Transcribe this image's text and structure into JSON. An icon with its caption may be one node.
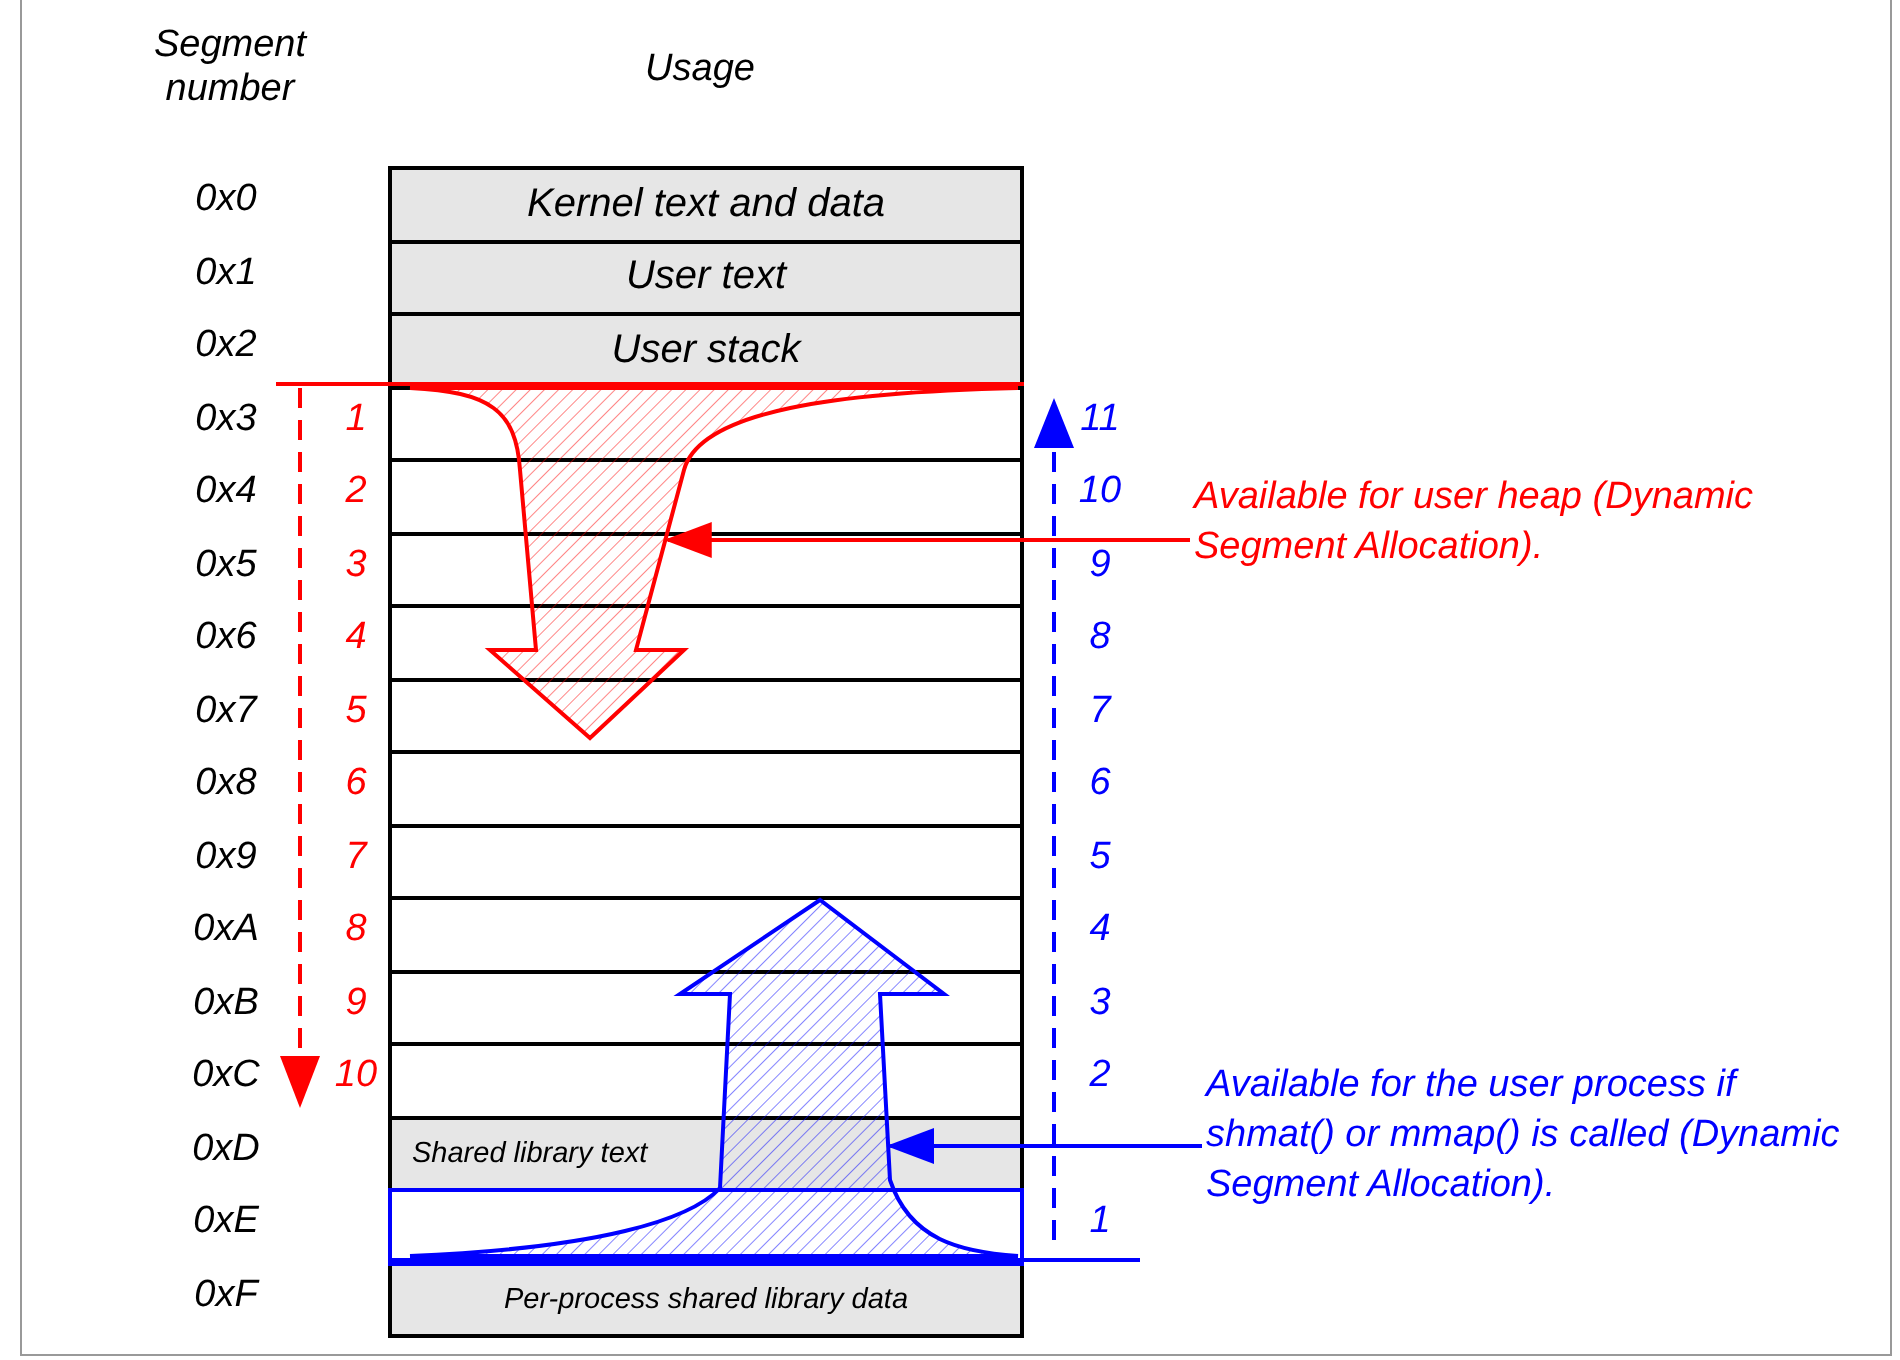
{
  "diagram": {
    "nodes": [
      {
        "text": [
          "Kernel text and data"
        ]
      },
      {
        "text": [
          "User text"
        ]
      },
      {
        "text": [
          "User stack"
        ]
      },
      {
        "text": [],
        "shape": "box"
      },
      {
        "text": [],
        "shape": "box"
      },
      {
        "text": [],
        "shape": "box"
      },
      {
        "text": [],
        "shape": "box"
      },
      {
        "text": [],
        "shape": "box"
      },
      {
        "text": [],
        "shape": "box"
      },
      {
        "text": [],
        "shape": "box"
      },
      {
        "text": [],
        "shape": "box"
      },
      {
        "text": [],
        "shape": "box"
      },
      {
        "text": [],
        "shape": "box"
      },
      {
        "text": [
          "Shared library text"
        ]
      },
      {
        "text": [],
        "shape": "box"
      },
      {
        "text": [
          "Per-process shared library data"
        ]
      },
      {
        "text": [],
        "shape": "arrow"
      },
      {
        "text": [],
        "shape": "arrow"
      },
      {
        "text": [
          "Available for user heap (Dynamic Segment Allocation)."
        ]
      },
      {
        "text": [
          "Available for the user process if shmat() or mmap() is called (Dynamic Segment Allocation)."
        ]
      }
    ],
    "edges": [
      {
        "from": 18,
        "to": 16,
        "arrow": "to",
        "color": "#ff0000"
      },
      {
        "from": 19,
        "to": 17,
        "arrow": "to",
        "color": "#0000ff"
      }
    ],
    "labels": [
      "Segment number",
      "Usage",
      "0x0",
      "0x1",
      "0x2",
      "0x3",
      "0x4",
      "0x5",
      "0x6",
      "0x7",
      "0x8",
      "0x9",
      "0xA",
      "0xB",
      "0xC",
      "0xD",
      "0xE",
      "0xF",
      "1",
      "2",
      "3",
      "4",
      "5",
      "6",
      "7",
      "8",
      "9",
      "10",
      "11",
      "10",
      "9",
      "8",
      "7",
      "6",
      "5",
      "4",
      "3",
      "2",
      "1"
    ]
  }
}
